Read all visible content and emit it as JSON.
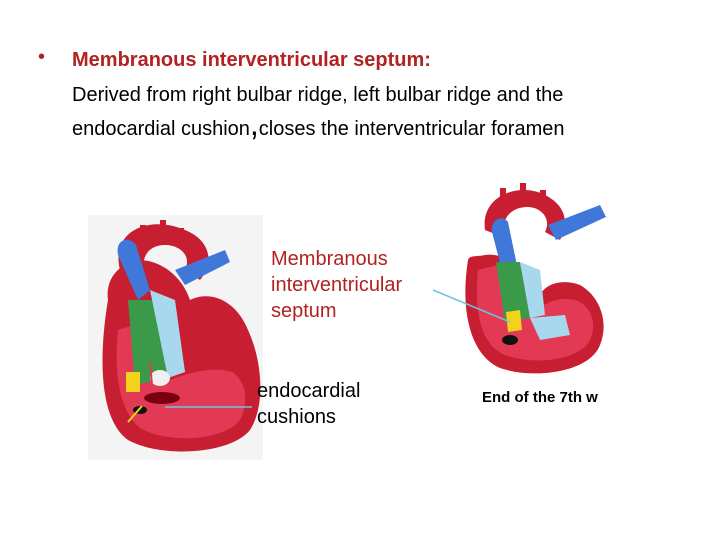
{
  "slide": {
    "bullet": "•",
    "heading": "Membranous interventricular septum:",
    "line1": "Derived from right bulbar ridge, left bulbar ridge and the",
    "line2_a": "endocardial cushion",
    "line2_comma": ",",
    "line2_b": "closes the interventricular foramen"
  },
  "labels": {
    "membranous_1": "Membranous",
    "membranous_2": "interventricular",
    "membranous_3": "septum",
    "cushions_1": "endocardial",
    "cushions_2": "cushions",
    "caption": "End of the 7th w"
  },
  "colors": {
    "heading": "#b22222",
    "heart_red": "#c81e32",
    "vessel_blue": "#3f78d8",
    "ventricle_pink": "#e23a55",
    "septum_green": "#3a9a4a",
    "leader_cyan": "#6ec4df"
  }
}
